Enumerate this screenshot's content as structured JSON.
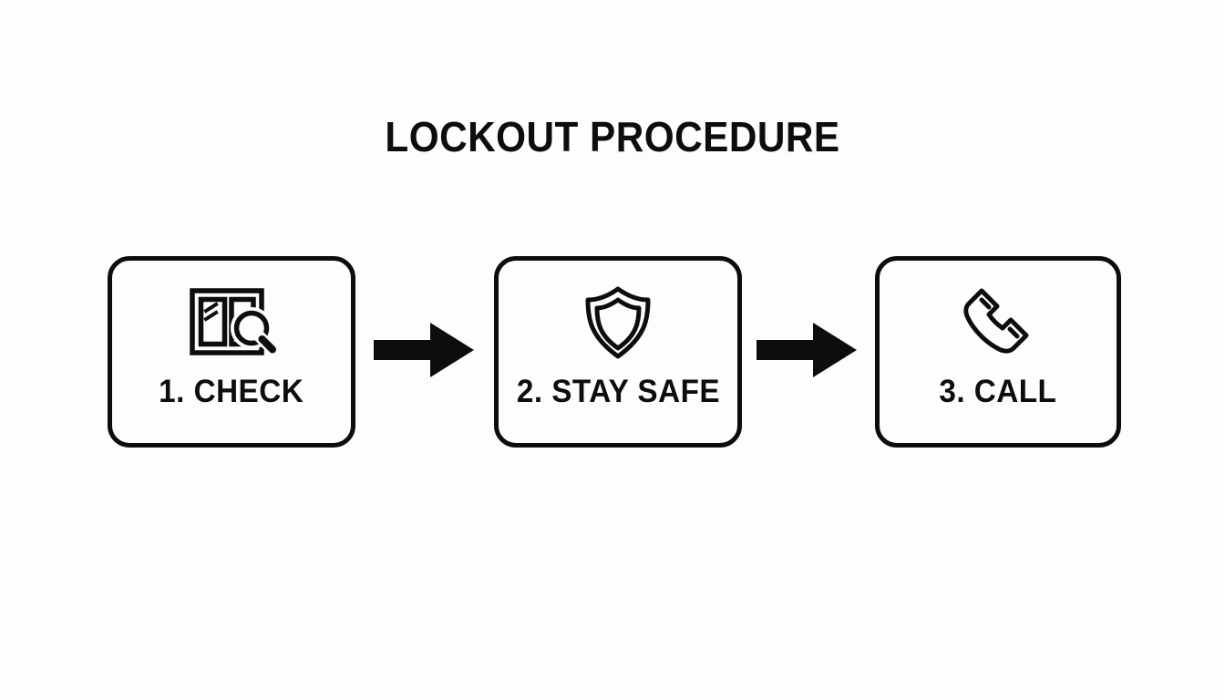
{
  "page": {
    "title": "LOCKOUT PROCEDURE",
    "background_color": "#fdfdfd",
    "ink_color": "#0d0d0d"
  },
  "diagram": {
    "type": "process-flow",
    "orientation": "horizontal",
    "step_count": 3,
    "steps": [
      {
        "number": "1",
        "label": "1. CHECK",
        "icon": "door-inspection-magnifier-icon"
      },
      {
        "number": "2",
        "label": "2. STAY SAFE",
        "icon": "shield-icon"
      },
      {
        "number": "3",
        "label": "3. CALL",
        "icon": "telephone-handset-icon"
      }
    ],
    "connectors": [
      {
        "name": "arrow-1",
        "icon": "arrow-right-icon"
      },
      {
        "name": "arrow-2",
        "icon": "arrow-right-icon"
      }
    ]
  }
}
